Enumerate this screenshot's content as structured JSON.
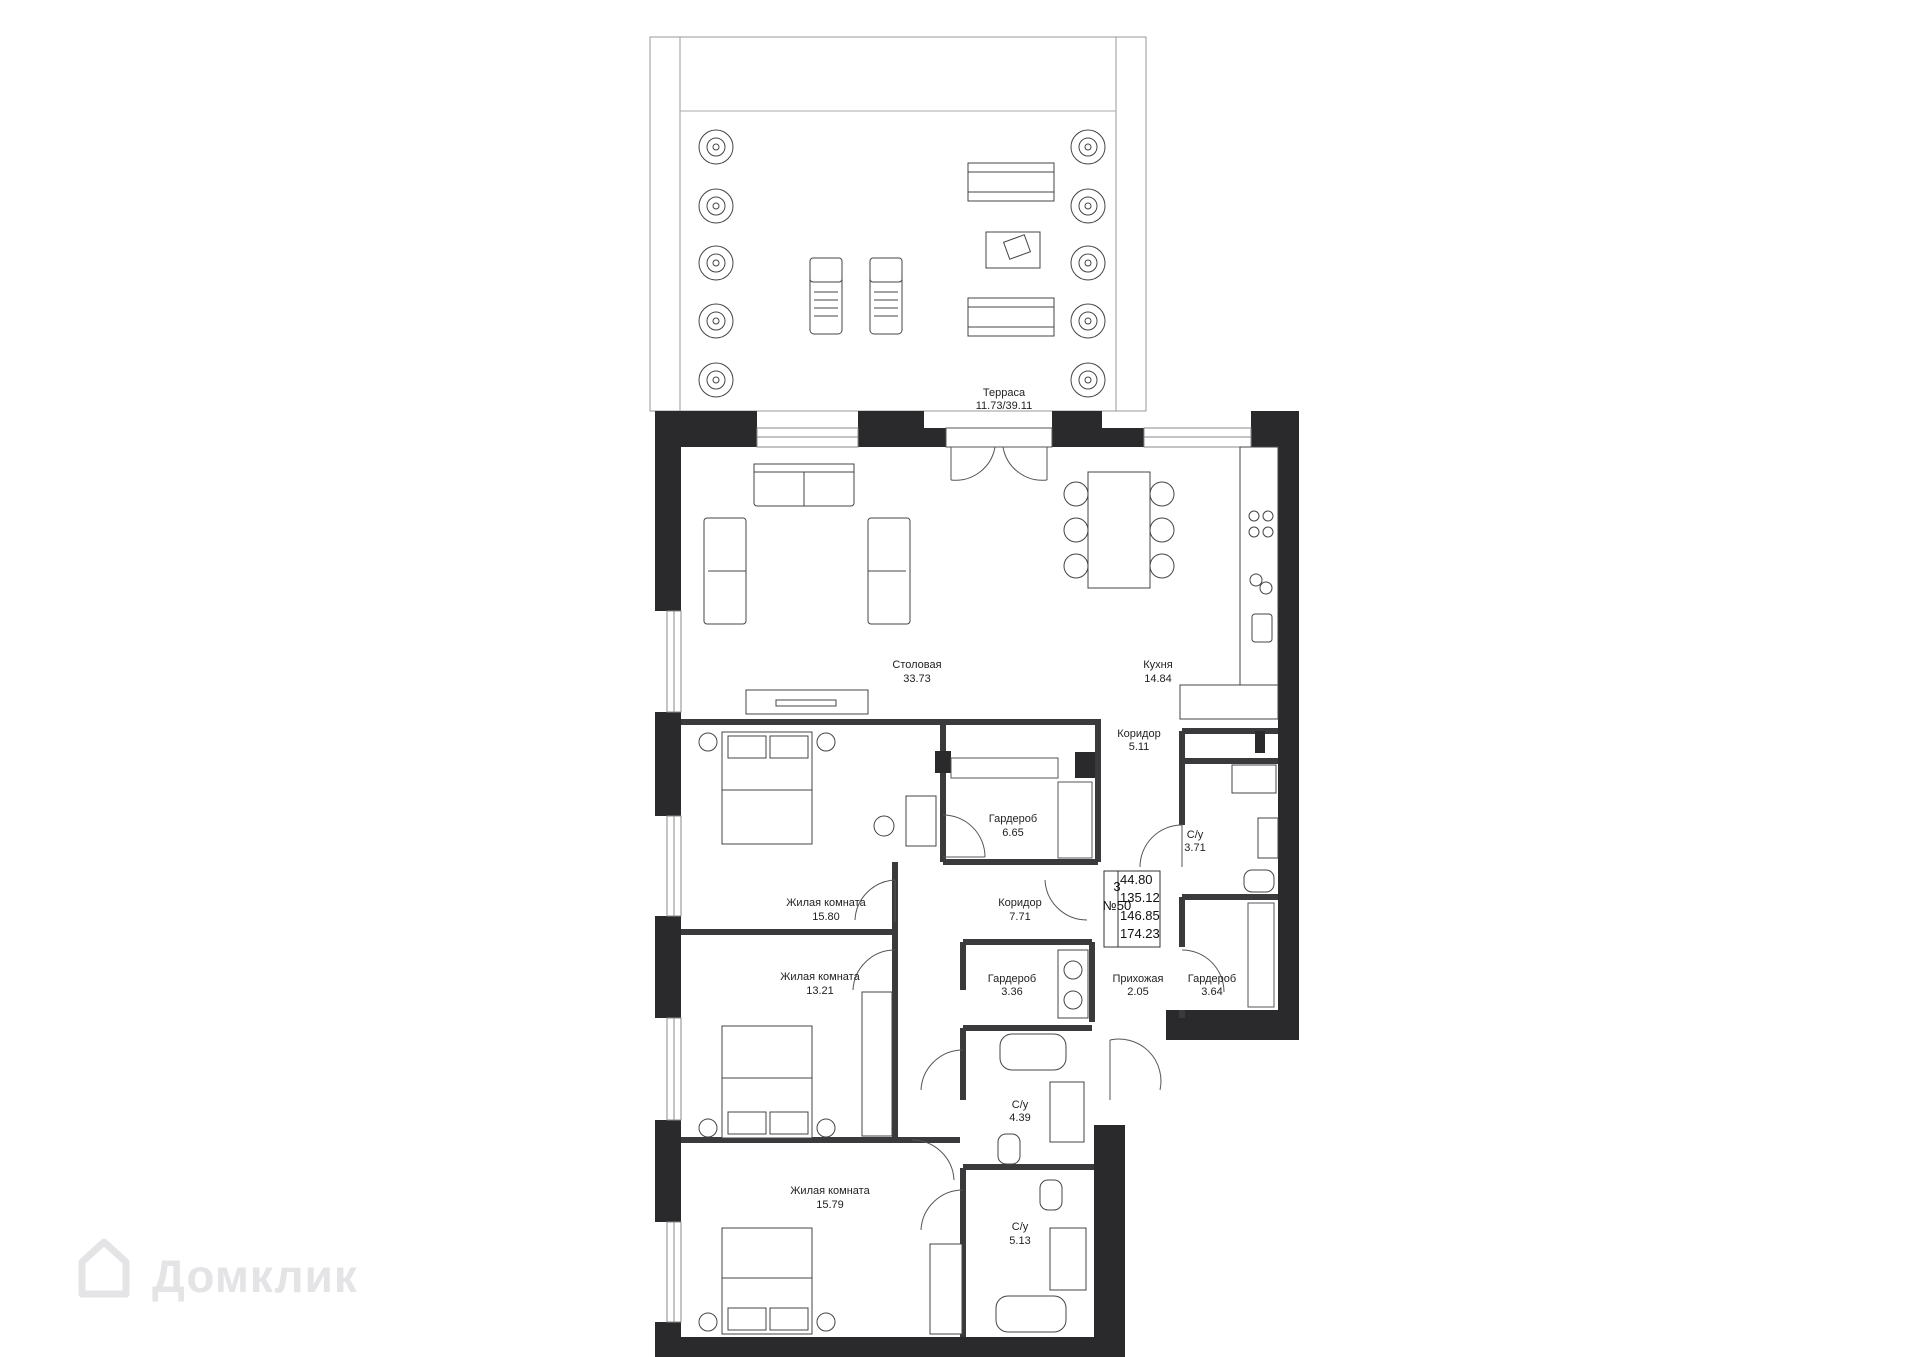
{
  "rooms": {
    "terrace": {
      "name": "Терраса",
      "area": "11.73/39.11"
    },
    "dining": {
      "name": "Столовая",
      "area": "33.73"
    },
    "kitchen": {
      "name": "Кухня",
      "area": "14.84"
    },
    "corridor1": {
      "name": "Коридор",
      "area": "5.11"
    },
    "wc1": {
      "name": "С/у",
      "area": "3.71"
    },
    "wardrobe1": {
      "name": "Гардероб",
      "area": "6.65"
    },
    "bedroom1": {
      "name": "Жилая комната",
      "area": "15.80"
    },
    "corridor2": {
      "name": "Коридор",
      "area": "7.71"
    },
    "wardrobe2": {
      "name": "Гардероб",
      "area": "3.36"
    },
    "hall": {
      "name": "Прихожая",
      "area": "2.05"
    },
    "wardrobe3": {
      "name": "Гардероб",
      "area": "3.64"
    },
    "bedroom2": {
      "name": "Жилая комната",
      "area": "13.21"
    },
    "wc2": {
      "name": "С/у",
      "area": "4.39"
    },
    "bedroom3": {
      "name": "Жилая комната",
      "area": "15.79"
    },
    "wc3": {
      "name": "С/у",
      "area": "5.13"
    }
  },
  "apartment_info": {
    "floor": "3",
    "number": "№50",
    "areas": [
      "44.80",
      "135.12",
      "146.85",
      "174.23"
    ]
  },
  "watermark": "Домклик",
  "colors": {
    "wall": "#2a2a2d",
    "background": "#ffffff"
  }
}
